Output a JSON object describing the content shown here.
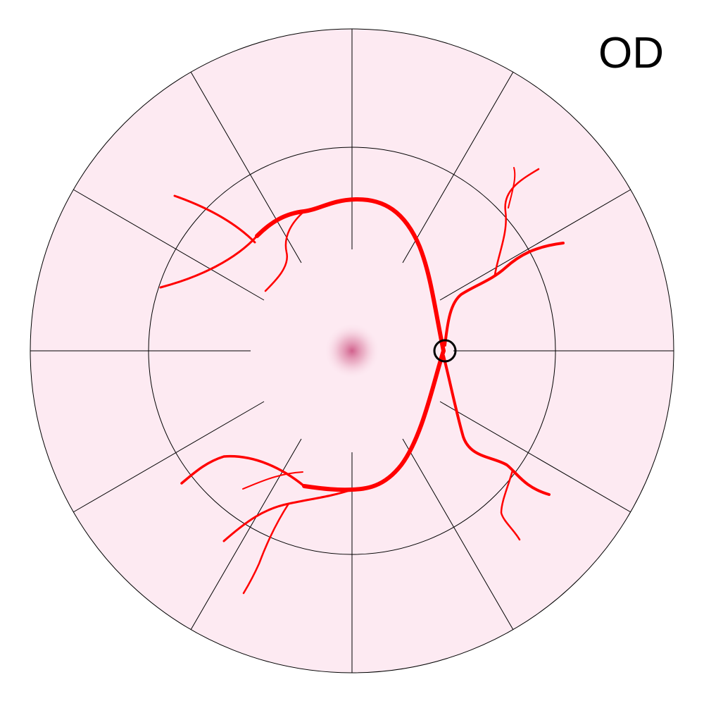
{
  "eye": {
    "label": "OD"
  },
  "colors": {
    "background": "#ffffff",
    "retina_fill": "#fdeaf2",
    "grid_line": "#000000",
    "vessel": "#ff0000",
    "fovea": "#c9487a",
    "optic_disc_outline": "#000000"
  },
  "grid": {
    "rings": 2,
    "spokes": 12
  },
  "icons": {
    "fovea": "fovea-spot",
    "optic_disc": "optic-disc-circle",
    "vessels": "retinal-vessel-tree"
  }
}
